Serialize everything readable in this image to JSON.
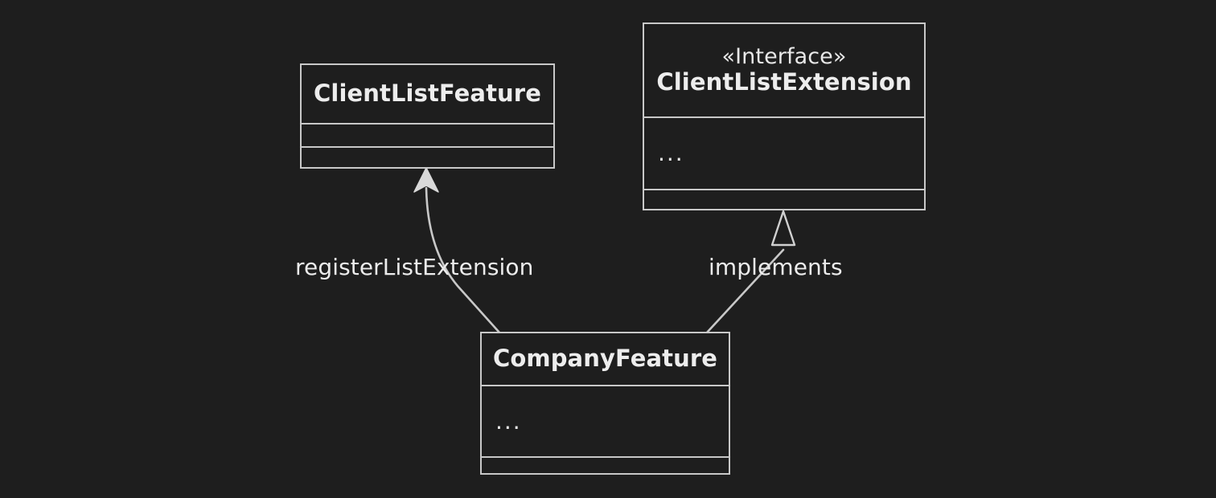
{
  "diagram": {
    "type": "uml-class-diagram",
    "background_color": "#1e1e1e",
    "stroke_color": "#c8c8c8",
    "text_color": "#ededed"
  },
  "classes": {
    "client_list_feature": {
      "name": "ClientListFeature",
      "stereotype": "",
      "attributes": "",
      "operations": ""
    },
    "client_list_extension": {
      "name": "ClientListExtension",
      "stereotype": "«Interface»",
      "attributes": "...",
      "operations": ""
    },
    "company_feature": {
      "name": "CompanyFeature",
      "stereotype": "",
      "attributes": "...",
      "operations": ""
    }
  },
  "relationships": {
    "register": {
      "label": "registerListExtension",
      "from": "CompanyFeature",
      "to": "ClientListFeature",
      "arrow": "solid-filled-arrowhead"
    },
    "implements": {
      "label": "implements",
      "from": "CompanyFeature",
      "to": "ClientListExtension",
      "arrow": "hollow-triangle-arrowhead"
    }
  }
}
